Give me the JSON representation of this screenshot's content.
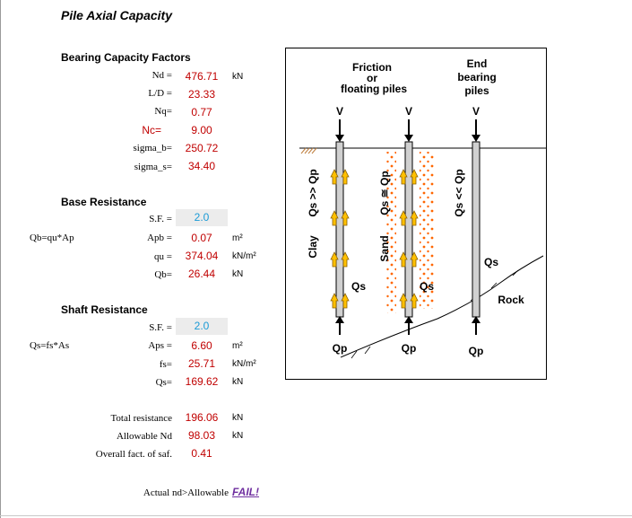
{
  "title": "Pile Axial Capacity",
  "bearing": {
    "header": "Bearing Capacity Factors",
    "nd_label": "Nd =",
    "nd_value": "476.71",
    "nd_unit": "kN",
    "ld_label": "L/D =",
    "ld_value": "23.33",
    "nq_label": "Nq=",
    "nq_value": "0.77",
    "nc_label": "Nc=",
    "nc_value": "9.00",
    "sigb_label": "sigma_b=",
    "sigb_value": "250.72",
    "sigs_label": "sigma_s=",
    "sigs_value": "34.40"
  },
  "base": {
    "header": "Base Resistance",
    "formula": "Qb=qu*Ap",
    "sf_label": "S.F. =",
    "sf_value": "2.0",
    "apb_label": "Apb =",
    "apb_value": "0.07",
    "apb_unit": "m²",
    "qu_label": "qu =",
    "qu_value": "374.04",
    "qu_unit": "kN/m²",
    "qb_label": "Qb=",
    "qb_value": "26.44",
    "qb_unit": "kN"
  },
  "shaft": {
    "header": "Shaft Resistance",
    "formula": "Qs=fs*As",
    "sf_label": "S.F. =",
    "sf_value": "2.0",
    "aps_label": "Aps =",
    "aps_value": "6.60",
    "aps_unit": "m²",
    "fs_label": "fs=",
    "fs_value": "25.71",
    "fs_unit": "kN/m²",
    "qs_label": "Qs=",
    "qs_value": "169.62",
    "qs_unit": "kN"
  },
  "summary": {
    "total_label": "Total resistance",
    "total_value": "196.06",
    "total_unit": "kN",
    "allow_label": "Allowable Nd",
    "allow_value": "98.03",
    "allow_unit": "kN",
    "fos_label": "Overall fact. of saf.",
    "fos_value": "0.41"
  },
  "check": {
    "label": "Actual nd>Allowable",
    "result": "FAIL!"
  },
  "diagram": {
    "col1_title": [
      "Friction",
      "or",
      "floating piles"
    ],
    "col2_title": [
      "End",
      "bearing",
      "piles"
    ],
    "v": "V",
    "qp": "Qp",
    "qs": "Qs",
    "clay": "Clay",
    "sand": "Sand",
    "rock": "Rock",
    "rel1": "Qs >> Qp",
    "rel2": "Qs ≅ Qp",
    "rel3": "Qs << Qp"
  },
  "colors": {
    "value_red": "#c00000",
    "input_blue": "#1a9ad6",
    "input_bg": "#ececec",
    "fail_purple": "#7030a0",
    "arrow_yellow": "#ffc000",
    "dot_orange": "#ff6600"
  }
}
